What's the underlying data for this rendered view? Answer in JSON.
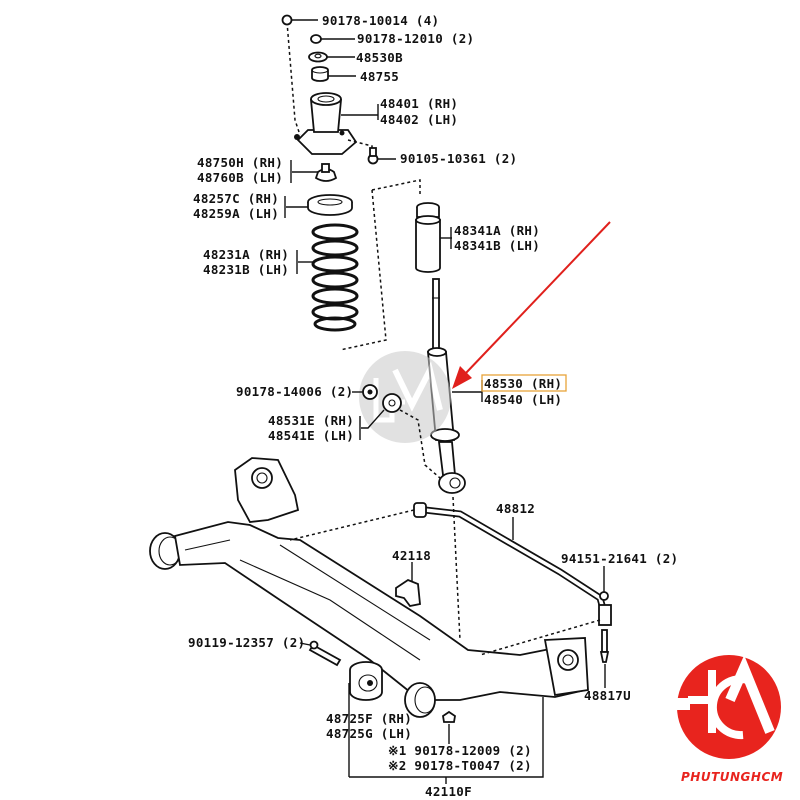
{
  "diagram": {
    "title": "Rear suspension exploded parts diagram",
    "parts": {
      "nut_top": "90178-10014 (4)",
      "nut_small": "90178-12010 (2)",
      "washer": "48530B",
      "collar": "48755",
      "support_rh": "48401 (RH)",
      "support_lh": "48402 (LH)",
      "bolt_support": "90105-10361 (2)",
      "bumper_rh": "48750H (RH)",
      "bumper_lh": "48760B (LH)",
      "insulator_rh": "48257C (RH)",
      "insulator_lh": "48259A (LH)",
      "spring_rh": "48231A (RH)",
      "spring_lh": "48231B (LH)",
      "boot_rh": "48341A (RH)",
      "boot_lh": "48341B (LH)",
      "nut_absorber": "90178-14006 (2)",
      "absorber_rh": "48530 (RH)",
      "absorber_lh": "48540 (LH)",
      "bushing_rh": "48531E (RH)",
      "bushing_lh": "48541E (LH)",
      "stabilizer_bar": "48812",
      "stab_bracket": "42118",
      "stab_nut": "94151-21641 (2)",
      "bolt_beam": "90119-12357 (2)",
      "link": "48817U",
      "beam_bushing_rh": "48725F (RH)",
      "beam_bushing_lh": "48725G (LH)",
      "nut_note1": "※1 90178-12009 (2)",
      "nut_note2": "※2 90178-T0047 (2)",
      "axle_beam": "42110F"
    },
    "highlighted_part": "48530 (RH)",
    "highlight_color": "#e8a33a",
    "arrow_color": "#e0201c",
    "watermark_logo": "HCM"
  },
  "logo": {
    "monogram": "HCM",
    "brand": "PHUTUNGHCM",
    "color": "#e8241e"
  }
}
